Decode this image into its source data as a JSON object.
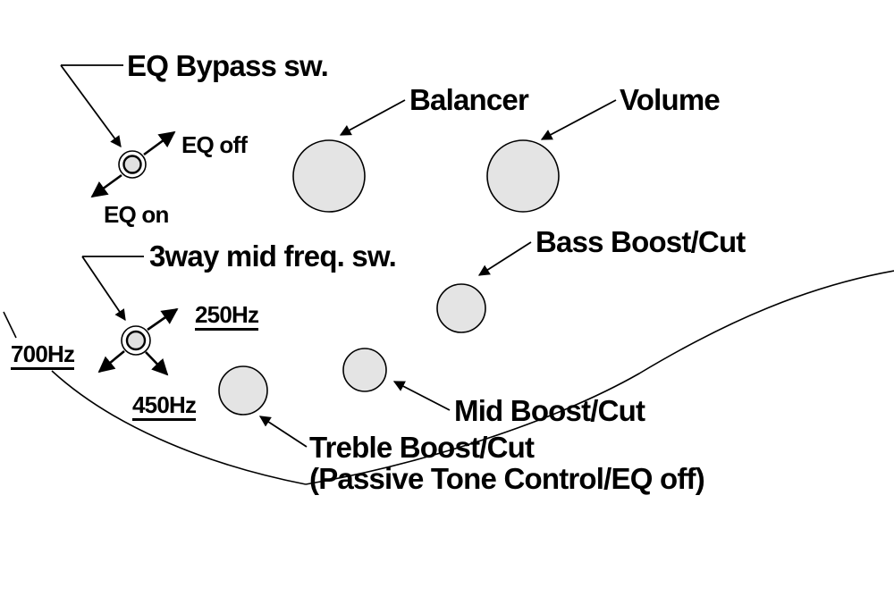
{
  "labels": {
    "eq_bypass": "EQ Bypass sw.",
    "eq_off": "EQ off",
    "eq_on": "EQ on",
    "balancer": "Balancer",
    "volume": "Volume",
    "bass": "Bass Boost/Cut",
    "mid_freq": "3way mid freq. sw.",
    "hz250": "250Hz",
    "hz700": "700Hz",
    "hz450": "450Hz",
    "mid": "Mid Boost/Cut",
    "treble_line1": "Treble Boost/Cut",
    "treble_line2": "(Passive Tone Control/EQ off)"
  },
  "components": {
    "knobs": [
      "balancer",
      "volume",
      "bass-boost-cut",
      "mid-boost-cut",
      "treble-boost-cut"
    ],
    "switches": [
      "eq-bypass-switch",
      "3way-mid-freq-switch"
    ]
  },
  "colors": {
    "knob_fill": "#e4e4e4",
    "switch_fill": "#e0e0e0",
    "line": "#000000",
    "background": "#ffffff"
  }
}
